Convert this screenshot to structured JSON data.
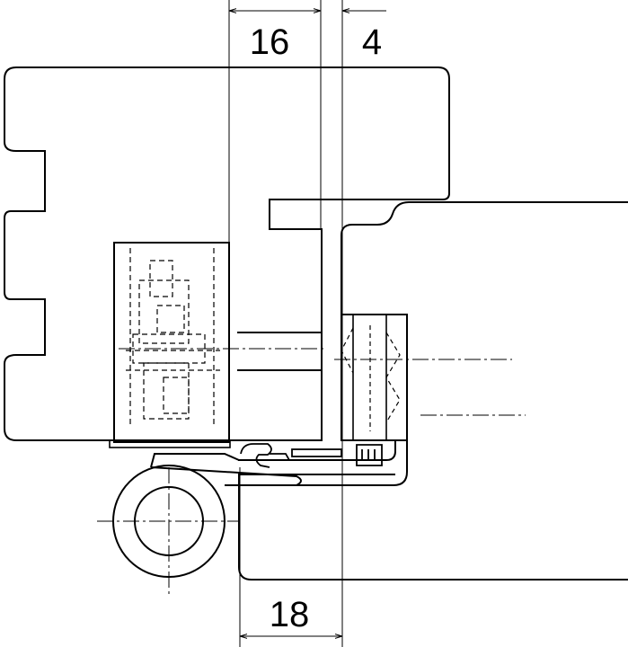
{
  "dimensions": {
    "top_left": "16",
    "top_right": "4",
    "bottom": "18"
  }
}
